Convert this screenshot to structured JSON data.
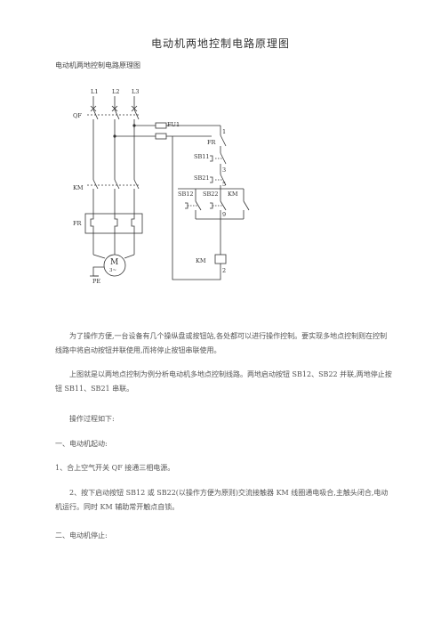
{
  "title": "电动机两地控制电路原理图",
  "subtitle": "电动机两地控制电路原理图",
  "diagram_labels": {
    "L1": "L1",
    "L2": "L2",
    "L3": "L3",
    "QF": "QF",
    "FU1": "FU1",
    "KM": "KM",
    "FR": "FR",
    "M": "M",
    "M3": "3~",
    "PE": "PE",
    "SB11": "SB11",
    "SB21": "SB21",
    "SB12": "SB12",
    "SB22": "SB22",
    "KM_contact": "KM",
    "KM_coil": "KM",
    "n1": "1",
    "n3": "3",
    "n5": "5",
    "n9": "9",
    "n2": "2"
  },
  "paragraphs": {
    "p1": "为了操作方便,一台设备有几个操纵盘或按钮站,各处都可以进行操作控制。要实现多地点控制则在控制线路中将启动按钮并联使用,而将停止按钮串联使用。",
    "p2": "上图就是以两地点控制为例分析电动机多地点控制线路。两地启动按钮 SB12、SB22 并联,两地停止按钮 SB11、SB21 串联。",
    "p3": "操作过程如下:",
    "s1": "一、电动机起动:",
    "p4": "1、合上空气开关 QF 接通三相电源。",
    "p5": "2、按下启动按钮 SB12 或 SB22(以操作方便为原则)交流接触器 KM 线圈通电吸合,主触头闭合,电动机运行。同时 KM 辅助常开触点自锁。",
    "s2": "二、电动机停止:"
  }
}
